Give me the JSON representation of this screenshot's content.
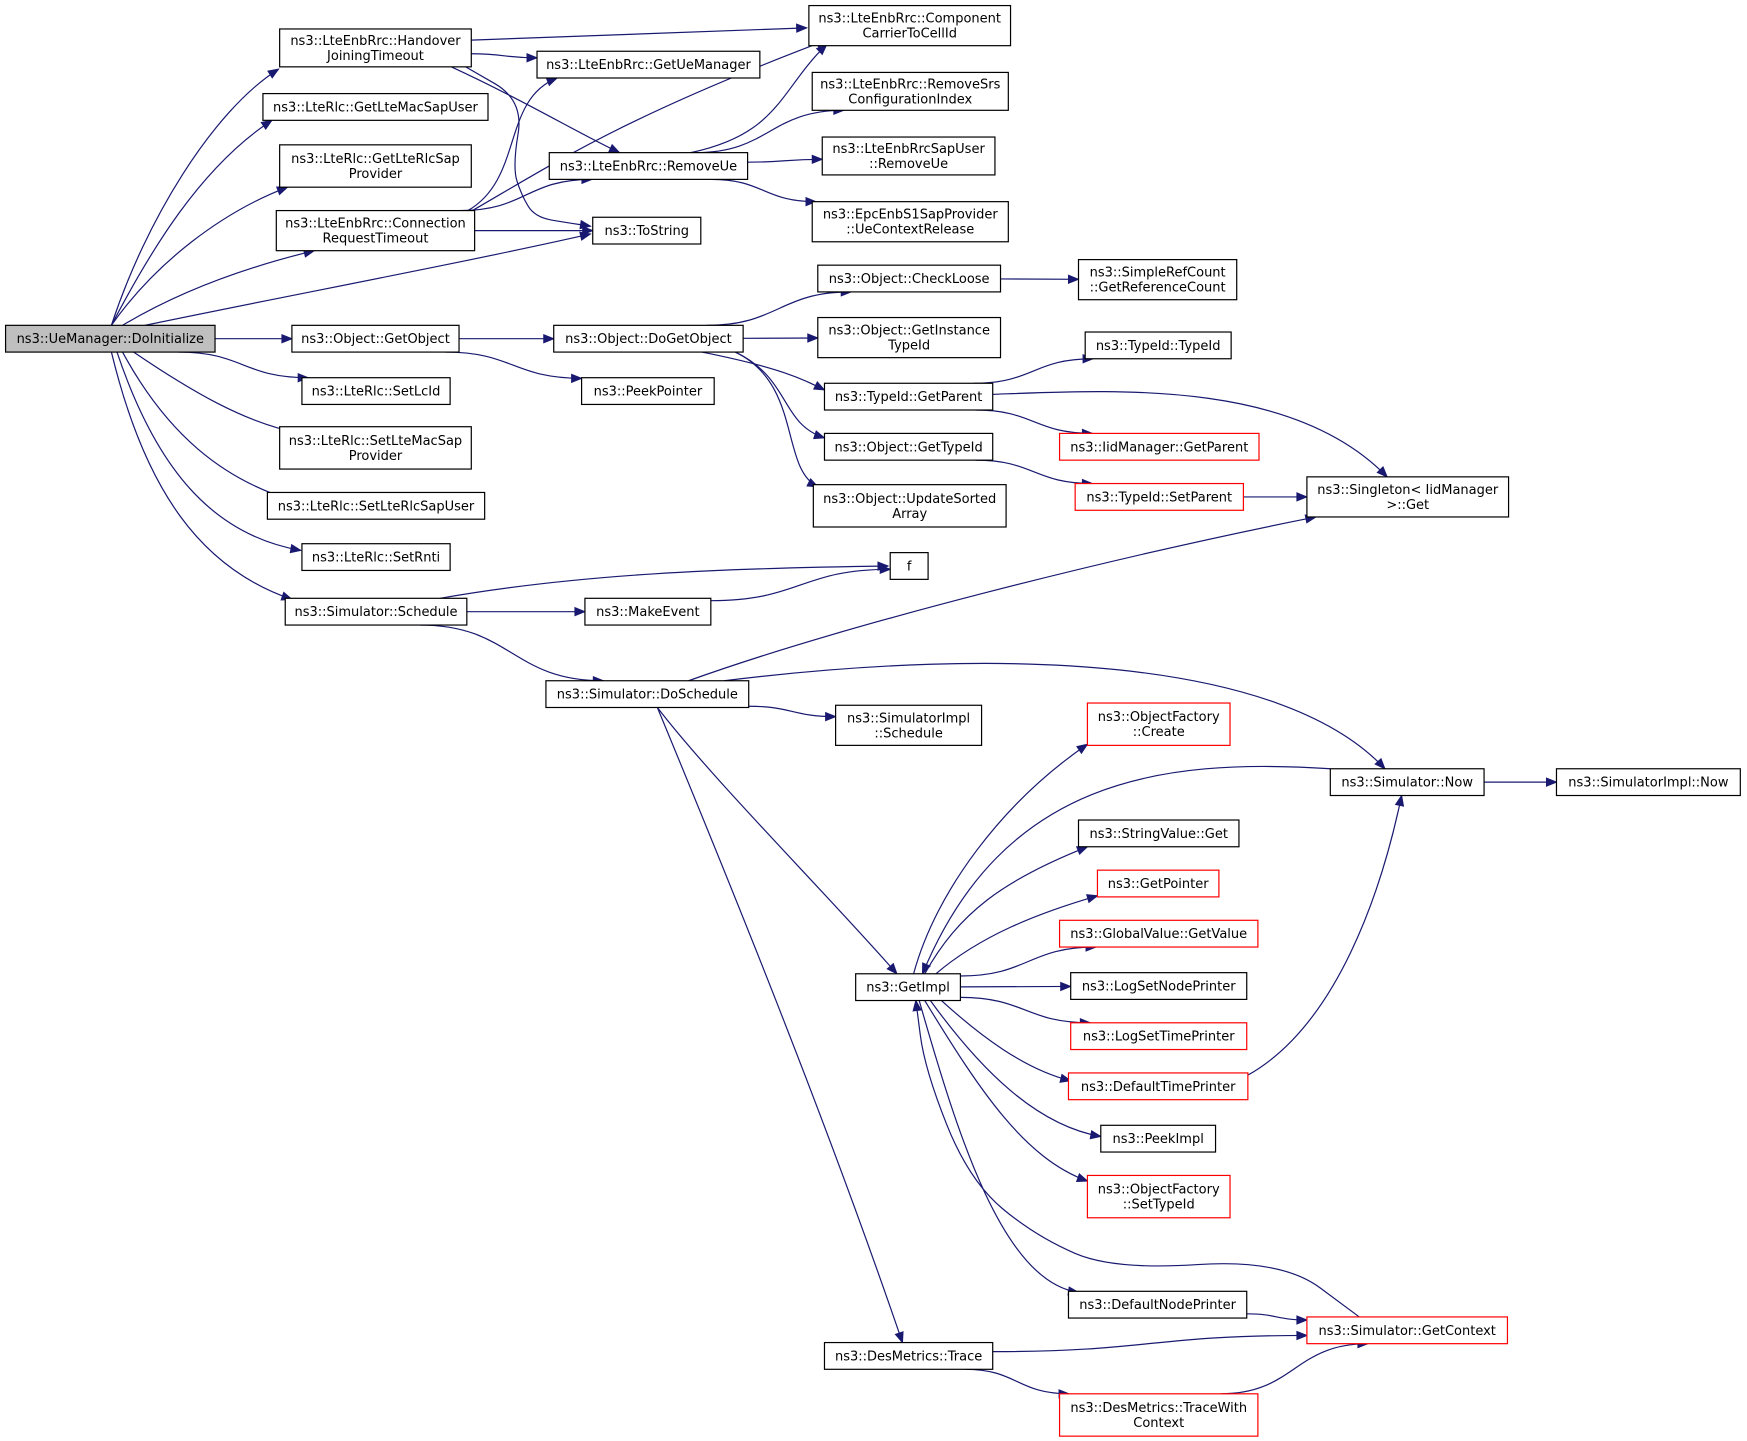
{
  "diagram": {
    "type": "call-graph",
    "root": "n0",
    "colors": {
      "edge": "#191970",
      "border_normal": "#000000",
      "border_truncated": "#ff0000",
      "root_fill": "#bfbfbf"
    },
    "nodes": [
      {
        "id": "n0",
        "lines": [
          "ns3::UeManager::DoInitialize"
        ],
        "style": "root"
      },
      {
        "id": "n1",
        "lines": [
          "ns3::LteEnbRrc::Handover",
          "JoiningTimeout"
        ],
        "style": "normal"
      },
      {
        "id": "n2",
        "lines": [
          "ns3::LteRlc::GetLteMacSapUser"
        ],
        "style": "normal"
      },
      {
        "id": "n3",
        "lines": [
          "ns3::LteRlc::GetLteRlcSap",
          "Provider"
        ],
        "style": "normal"
      },
      {
        "id": "n4",
        "lines": [
          "ns3::LteEnbRrc::Connection",
          "RequestTimeout"
        ],
        "style": "normal"
      },
      {
        "id": "n5",
        "lines": [
          "ns3::Object::GetObject"
        ],
        "style": "normal"
      },
      {
        "id": "n6",
        "lines": [
          "ns3::LteRlc::SetLcId"
        ],
        "style": "normal"
      },
      {
        "id": "n7",
        "lines": [
          "ns3::LteRlc::SetLteMacSap",
          "Provider"
        ],
        "style": "normal"
      },
      {
        "id": "n8",
        "lines": [
          "ns3::LteRlc::SetLteRlcSapUser"
        ],
        "style": "normal"
      },
      {
        "id": "n9",
        "lines": [
          "ns3::LteRlc::SetRnti"
        ],
        "style": "normal"
      },
      {
        "id": "n10",
        "lines": [
          "ns3::Simulator::Schedule"
        ],
        "style": "normal"
      },
      {
        "id": "n11",
        "lines": [
          "ns3::LteEnbRrc::GetUeManager"
        ],
        "style": "normal"
      },
      {
        "id": "n12",
        "lines": [
          "ns3::LteEnbRrc::RemoveUe"
        ],
        "style": "normal"
      },
      {
        "id": "n13",
        "lines": [
          "ns3::ToString"
        ],
        "style": "normal"
      },
      {
        "id": "n14",
        "lines": [
          "ns3::Object::DoGetObject"
        ],
        "style": "normal"
      },
      {
        "id": "n15",
        "lines": [
          "ns3::PeekPointer"
        ],
        "style": "normal"
      },
      {
        "id": "n16",
        "lines": [
          "ns3::MakeEvent"
        ],
        "style": "normal"
      },
      {
        "id": "n17",
        "lines": [
          "ns3::Simulator::DoSchedule"
        ],
        "style": "normal"
      },
      {
        "id": "n18",
        "lines": [
          "ns3::LteEnbRrc::Component",
          "CarrierToCellId"
        ],
        "style": "normal"
      },
      {
        "id": "n19",
        "lines": [
          "ns3::LteEnbRrc::RemoveSrs",
          "ConfigurationIndex"
        ],
        "style": "normal"
      },
      {
        "id": "n20",
        "lines": [
          "ns3::LteEnbRrcSapUser",
          "::RemoveUe"
        ],
        "style": "normal"
      },
      {
        "id": "n21",
        "lines": [
          "ns3::EpcEnbS1SapProvider",
          "::UeContextRelease"
        ],
        "style": "normal"
      },
      {
        "id": "n22",
        "lines": [
          "ns3::Object::CheckLoose"
        ],
        "style": "normal"
      },
      {
        "id": "n23",
        "lines": [
          "ns3::Object::GetInstance",
          "TypeId"
        ],
        "style": "normal"
      },
      {
        "id": "n24",
        "lines": [
          "ns3::TypeId::GetParent"
        ],
        "style": "normal"
      },
      {
        "id": "n25",
        "lines": [
          "ns3::Object::GetTypeId"
        ],
        "style": "normal"
      },
      {
        "id": "n26",
        "lines": [
          "ns3::Object::UpdateSorted",
          "Array"
        ],
        "style": "normal"
      },
      {
        "id": "n27",
        "lines": [
          "f"
        ],
        "style": "normal"
      },
      {
        "id": "n28",
        "lines": [
          "ns3::SimulatorImpl",
          "::Schedule"
        ],
        "style": "normal"
      },
      {
        "id": "n29",
        "lines": [
          "ns3::GetImpl"
        ],
        "style": "normal"
      },
      {
        "id": "n30",
        "lines": [
          "ns3::DesMetrics::Trace"
        ],
        "style": "normal"
      },
      {
        "id": "n31",
        "lines": [
          "ns3::SimpleRefCount",
          "::GetReferenceCount"
        ],
        "style": "normal"
      },
      {
        "id": "n32",
        "lines": [
          "ns3::TypeId::TypeId"
        ],
        "style": "normal"
      },
      {
        "id": "n33",
        "lines": [
          "ns3::IidManager::GetParent"
        ],
        "style": "red"
      },
      {
        "id": "n34",
        "lines": [
          "ns3::TypeId::SetParent"
        ],
        "style": "red"
      },
      {
        "id": "n35",
        "lines": [
          "ns3::Singleton< IidManager",
          " >::Get"
        ],
        "style": "normal"
      },
      {
        "id": "n36",
        "lines": [
          "ns3::ObjectFactory",
          "::Create"
        ],
        "style": "red"
      },
      {
        "id": "n37",
        "lines": [
          "ns3::Simulator::Now"
        ],
        "style": "normal"
      },
      {
        "id": "n38",
        "lines": [
          "ns3::SimulatorImpl::Now"
        ],
        "style": "normal"
      },
      {
        "id": "n39",
        "lines": [
          "ns3::StringValue::Get"
        ],
        "style": "normal"
      },
      {
        "id": "n40",
        "lines": [
          "ns3::GetPointer"
        ],
        "style": "red"
      },
      {
        "id": "n41",
        "lines": [
          "ns3::GlobalValue::GetValue"
        ],
        "style": "red"
      },
      {
        "id": "n42",
        "lines": [
          "ns3::LogSetNodePrinter"
        ],
        "style": "normal"
      },
      {
        "id": "n43",
        "lines": [
          "ns3::LogSetTimePrinter"
        ],
        "style": "red"
      },
      {
        "id": "n44",
        "lines": [
          "ns3::DefaultTimePrinter"
        ],
        "style": "red"
      },
      {
        "id": "n45",
        "lines": [
          "ns3::PeekImpl"
        ],
        "style": "normal"
      },
      {
        "id": "n46",
        "lines": [
          "ns3::ObjectFactory",
          "::SetTypeId"
        ],
        "style": "red"
      },
      {
        "id": "n47",
        "lines": [
          "ns3::DefaultNodePrinter"
        ],
        "style": "normal"
      },
      {
        "id": "n48",
        "lines": [
          "ns3::Simulator::GetContext"
        ],
        "style": "red"
      },
      {
        "id": "n49",
        "lines": [
          "ns3::DesMetrics::TraceWith",
          "Context"
        ],
        "style": "red"
      }
    ],
    "edges": [
      [
        "n0",
        "n1"
      ],
      [
        "n0",
        "n2"
      ],
      [
        "n0",
        "n3"
      ],
      [
        "n0",
        "n4"
      ],
      [
        "n0",
        "n13"
      ],
      [
        "n0",
        "n5"
      ],
      [
        "n0",
        "n6"
      ],
      [
        "n0",
        "n7"
      ],
      [
        "n0",
        "n8"
      ],
      [
        "n0",
        "n9"
      ],
      [
        "n0",
        "n10"
      ],
      [
        "n1",
        "n18"
      ],
      [
        "n1",
        "n11"
      ],
      [
        "n1",
        "n12"
      ],
      [
        "n1",
        "n13"
      ],
      [
        "n4",
        "n11"
      ],
      [
        "n4",
        "n12"
      ],
      [
        "n4",
        "n13"
      ],
      [
        "n4",
        "n18"
      ],
      [
        "n12",
        "n18"
      ],
      [
        "n12",
        "n19"
      ],
      [
        "n12",
        "n20"
      ],
      [
        "n12",
        "n21"
      ],
      [
        "n5",
        "n14"
      ],
      [
        "n5",
        "n15"
      ],
      [
        "n14",
        "n22"
      ],
      [
        "n14",
        "n23"
      ],
      [
        "n14",
        "n24"
      ],
      [
        "n14",
        "n25"
      ],
      [
        "n14",
        "n26"
      ],
      [
        "n22",
        "n31"
      ],
      [
        "n24",
        "n32"
      ],
      [
        "n24",
        "n33"
      ],
      [
        "n24",
        "n35"
      ],
      [
        "n25",
        "n34"
      ],
      [
        "n34",
        "n35"
      ],
      [
        "n10",
        "n27"
      ],
      [
        "n10",
        "n16"
      ],
      [
        "n10",
        "n17"
      ],
      [
        "n16",
        "n27"
      ],
      [
        "n17",
        "n35"
      ],
      [
        "n17",
        "n37"
      ],
      [
        "n17",
        "n28"
      ],
      [
        "n17",
        "n29"
      ],
      [
        "n17",
        "n30"
      ],
      [
        "n37",
        "n38"
      ],
      [
        "n37",
        "n29"
      ],
      [
        "n29",
        "n36"
      ],
      [
        "n29",
        "n39"
      ],
      [
        "n29",
        "n40"
      ],
      [
        "n29",
        "n41"
      ],
      [
        "n29",
        "n42"
      ],
      [
        "n29",
        "n43"
      ],
      [
        "n29",
        "n44"
      ],
      [
        "n29",
        "n45"
      ],
      [
        "n29",
        "n46"
      ],
      [
        "n29",
        "n47"
      ],
      [
        "n44",
        "n37"
      ],
      [
        "n47",
        "n48"
      ],
      [
        "n48",
        "n29"
      ],
      [
        "n30",
        "n48"
      ],
      [
        "n30",
        "n49"
      ],
      [
        "n49",
        "n48"
      ]
    ]
  }
}
